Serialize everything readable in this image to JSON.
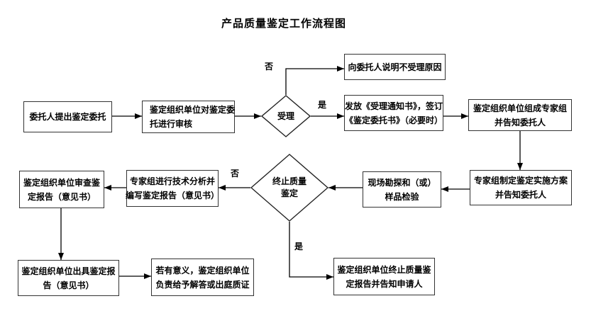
{
  "title": "产品质量鉴定工作流程图",
  "colors": {
    "line": "#000000",
    "box_border": "#333333",
    "background": "#ffffff",
    "text": "#000000"
  },
  "nodes": {
    "entrust": {
      "lines": [
        "委托人提出鉴定委托"
      ]
    },
    "review": {
      "lines": [
        "鉴定组织单位对鉴定委",
        "托进行审核"
      ]
    },
    "accept_decision": {
      "lines": [
        "受理"
      ]
    },
    "explain_rejection": {
      "lines": [
        "向委托人说明不受理原因"
      ]
    },
    "issue_notice": {
      "lines": [
        "发放《受理通知书》，签订",
        "《鉴定委托书》（必要时）"
      ]
    },
    "form_expert_group": {
      "lines": [
        "鉴定组织单位组成专家组",
        "并告知委托人"
      ]
    },
    "make_plan": {
      "lines": [
        "专家组制定鉴定实施方案",
        "并告知委托人"
      ]
    },
    "site_survey": {
      "lines": [
        "现场勘探和（或）",
        "样品检验"
      ]
    },
    "terminate_decision": {
      "lines": [
        "终止质量",
        "鉴定"
      ]
    },
    "technical_analysis": {
      "lines": [
        "专家组进行技术分析并",
        "编写鉴定报告（意见书）"
      ]
    },
    "review_report": {
      "lines": [
        "鉴定组织单位审查鉴",
        "定报告（意见书）"
      ]
    },
    "issue_report": {
      "lines": [
        "鉴定组织单位出具鉴定报",
        "告（意见书）"
      ]
    },
    "court_testimony": {
      "lines": [
        "若有意义，鉴定组织单位",
        "负责给予解答或出庭质证"
      ]
    },
    "terminate_report": {
      "lines": [
        "鉴定组织单位终止质量鉴",
        "定报告并告知申请人"
      ]
    }
  },
  "labels": {
    "accept_no": "否",
    "accept_yes": "是",
    "terminate_no": "否",
    "terminate_yes": "是"
  }
}
